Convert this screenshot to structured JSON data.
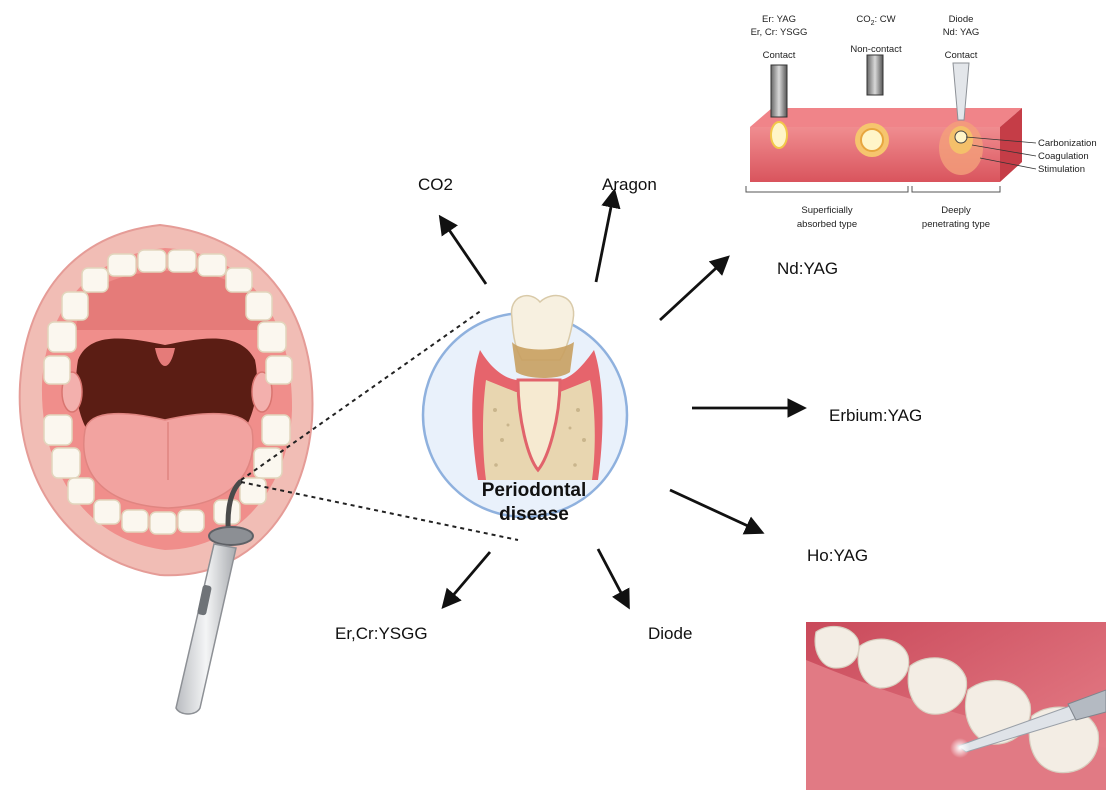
{
  "center": {
    "line1": "Periodontal",
    "line2": "disease"
  },
  "lasers": {
    "co2": "CO2",
    "aragon": "Aragon",
    "ndyag": "Nd:YAG",
    "erbium": "Erbium:YAG",
    "hoyag": "Ho:YAG",
    "diode": "Diode",
    "ercr": "Er,Cr:YSGG"
  },
  "inset": {
    "probe1_line1": "Er: YAG",
    "probe1_line2": "Er, Cr: YSGG",
    "probe2_line1_prefix": "CO",
    "probe2_line1_sub": "2",
    "probe2_line1_suffix": ": CW",
    "probe3_line1": "Diode",
    "probe3_line2": "Nd: YAG",
    "probe1_mode": "Contact",
    "probe2_mode": "Non-contact",
    "probe3_mode": "Contact",
    "effect_carbonization": "Carbonization",
    "effect_coagulation": "Coagulation",
    "effect_stimulation": "Stimulation",
    "group1_line1": "Superficially",
    "group1_line2": "absorbed type",
    "group2_line1": "Deeply",
    "group2_line2": "penetrating type"
  },
  "colors": {
    "gum": "#e8676d",
    "mouth": "#f4a3a0",
    "lips": "#f1bdb5",
    "throat": "#5b1d14",
    "circle_fill": "#e9f1fb",
    "circle_stroke": "#8fb1de"
  }
}
